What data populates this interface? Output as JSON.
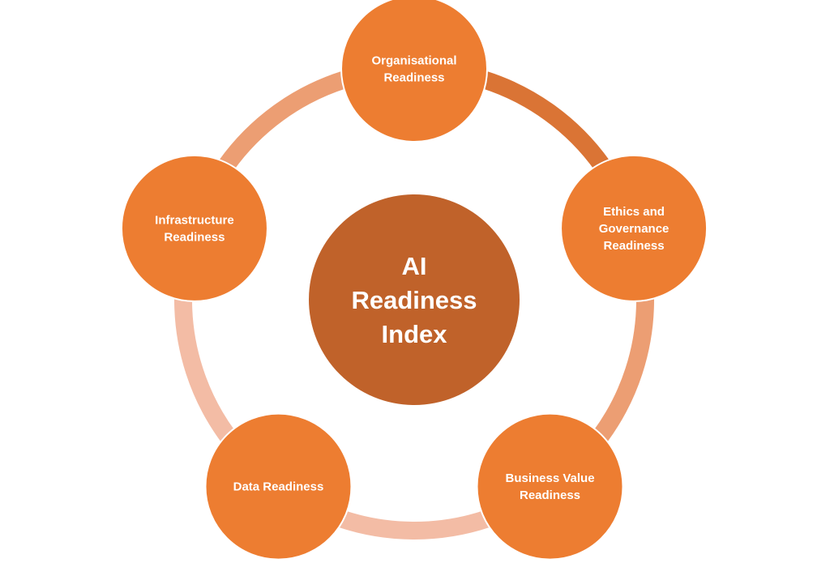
{
  "colors": {
    "node_fill": "#ED7D31",
    "center_fill": "#C0622A",
    "node_stroke": "#ffffff",
    "ring_segments": [
      "#DA7435",
      "#EC9E73",
      "#F3BCA5",
      "#F3BCA5",
      "#EC9E73"
    ]
  },
  "center": {
    "lines": [
      "AI",
      "Readiness",
      "Index"
    ]
  },
  "nodes": [
    {
      "id": "organisational",
      "lines": [
        "Organisational",
        "Readiness"
      ]
    },
    {
      "id": "ethics-governance",
      "lines": [
        "Ethics and",
        "Governance",
        "Readiness"
      ]
    },
    {
      "id": "business-value",
      "lines": [
        "Business Value",
        "Readiness"
      ]
    },
    {
      "id": "data",
      "lines": [
        "Data Readiness"
      ]
    },
    {
      "id": "infrastructure",
      "lines": [
        "Infrastructure",
        "Readiness"
      ]
    }
  ]
}
